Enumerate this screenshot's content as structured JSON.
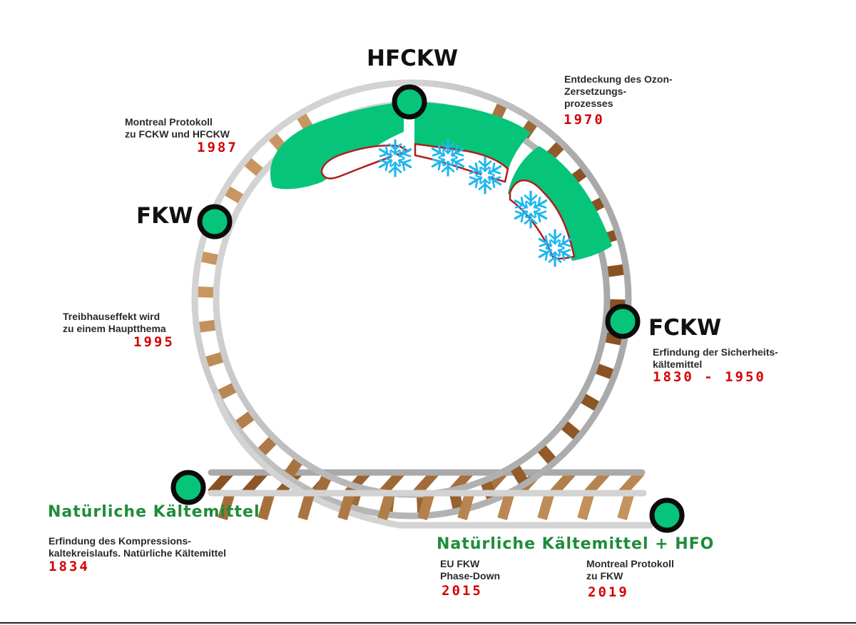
{
  "stages": {
    "hfckw": "HFCKW",
    "fkw": "FKW",
    "fckw": "FCKW",
    "natural_start": "Natürliche Kältemittel",
    "natural_hfo": "Natürliche Kältemittel + HFO"
  },
  "events": {
    "ozone": {
      "text": "Entdeckung des Ozon-\nZersetzungs-\nprozesses",
      "year": "1970"
    },
    "montreal_1987": {
      "text": "Montreal Protokoll\nzu FCKW und HFCKW",
      "year": "1987"
    },
    "greenhouse": {
      "text": "Treibhauseffekt wird\nzu einem Hauptthema",
      "year": "1995"
    },
    "safety": {
      "text": "Erfindung der Sicherheits-\nkältemittel",
      "year": "1830 - 1950"
    },
    "compression": {
      "text": "Erfindung des Kompressions-\nkaltekreislaufs. Natürliche Kältemittel",
      "year": "1834"
    },
    "eu_phase_down": {
      "text": "EU FKW\nPhase-Down",
      "year": "2015"
    },
    "montreal_2019": {
      "text": "Montreal Protokoll\nzu FKW",
      "year": "2019"
    }
  },
  "colors": {
    "ozone_green": "#06c57b",
    "hole_outline": "#b01e1e",
    "snowflake": "#1fb7f0",
    "rail_light": "#d3d3d3",
    "rail_dark": "#a9a9a9",
    "tie_light": "#c89660",
    "tie_dark": "#8a5222",
    "node_ring": "#0b0b0b",
    "node_fill": "#06c57b",
    "year_red": "#d40000",
    "natural_green": "#1e8c3a"
  },
  "icons": {
    "station": "station-node-icon",
    "snowflake": "snowflake-icon",
    "ozone": "ozone-layer-icon"
  }
}
